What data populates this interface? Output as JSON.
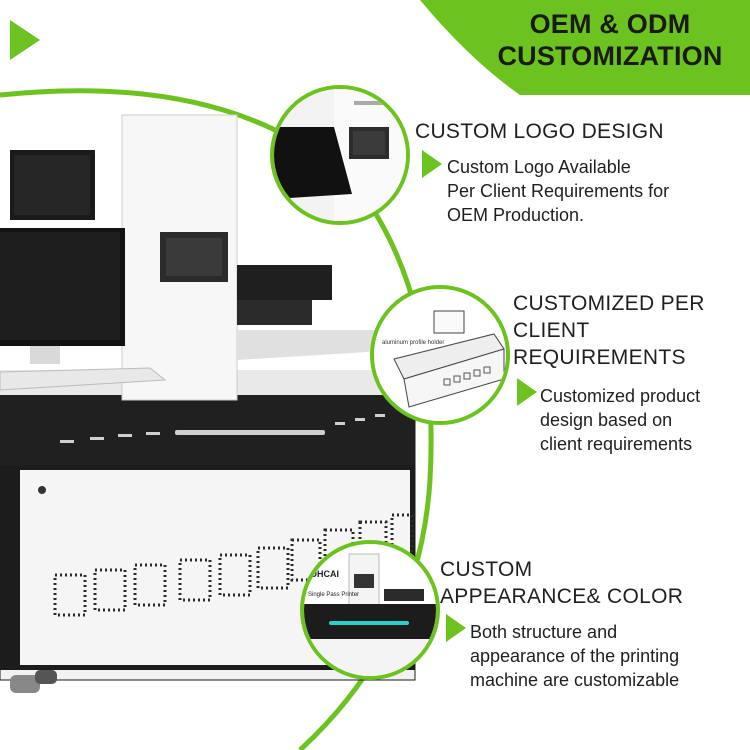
{
  "header": {
    "line1": "OEM & ODM",
    "line2": "CUSTOMIZATION"
  },
  "features": [
    {
      "title_lines": [
        "CUSTOM LOGO DESIGN"
      ],
      "desc_lines": [
        "Custom Logo Available",
        "Per Client Requirements for",
        "OEM Production."
      ]
    },
    {
      "title_lines": [
        "CUSTOMIZED PER",
        "CLIENT",
        "REQUIREMENTS"
      ],
      "desc_lines": [
        "Customized product",
        "design based on",
        "client requirements"
      ]
    },
    {
      "title_lines": [
        "CUSTOM",
        "APPEARANCE& COLOR"
      ],
      "desc_lines": [
        "Both structure and",
        "appearance of the printing",
        "machine are customizable"
      ]
    }
  ],
  "images": {
    "inset2_caption": "aluminum profile holder",
    "inset3_brand": "OHCAI",
    "inset3_label": "Single Pass Printer"
  },
  "colors": {
    "accent_green": "#6cc31f",
    "dark_text": "#1a1a1a",
    "machine_white": "#f4f4f4",
    "machine_dark": "#1b1b1b"
  }
}
